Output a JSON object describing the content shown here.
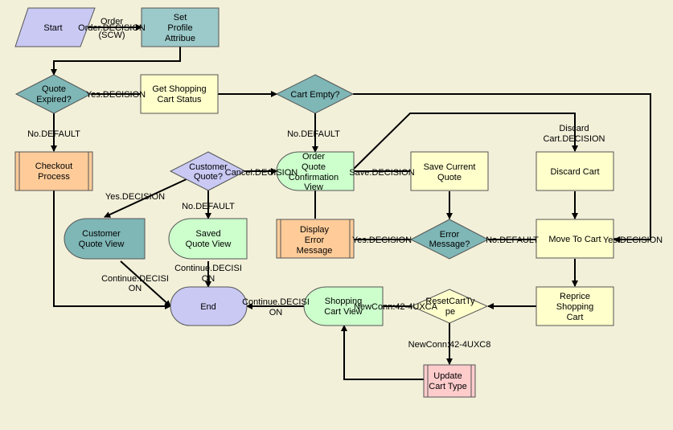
{
  "nodes": {
    "start": {
      "label": "Start"
    },
    "set_profile": {
      "lines": [
        "Set",
        "Profile",
        "Attribue"
      ]
    },
    "quote_expired": {
      "lines": [
        "Quote",
        "Expired?"
      ]
    },
    "get_cart_status": {
      "lines": [
        "Get Shopping",
        "Cart Status"
      ]
    },
    "cart_empty": {
      "label": "Cart Empty?"
    },
    "checkout": {
      "lines": [
        "Checkout",
        "Process"
      ]
    },
    "customer_quote": {
      "lines": [
        "Customer",
        "Quote?"
      ]
    },
    "order_quote_view": {
      "lines": [
        "Order",
        "Quote",
        "Confirmation",
        "View"
      ]
    },
    "save_current_quote": {
      "lines": [
        "Save Current",
        "Quote"
      ]
    },
    "discard_cart": {
      "label": "Discard Cart"
    },
    "customer_quote_view": {
      "lines": [
        "Customer",
        "Quote View"
      ]
    },
    "saved_quote_view": {
      "lines": [
        "Saved",
        "Quote View"
      ]
    },
    "display_error": {
      "lines": [
        "Display",
        "Error",
        "Message"
      ]
    },
    "error_message": {
      "lines": [
        "Error",
        "Message?"
      ]
    },
    "move_to_cart": {
      "label": "Move To Cart"
    },
    "end": {
      "label": "End"
    },
    "shopping_cart_view": {
      "lines": [
        "Shopping",
        "Cart View"
      ]
    },
    "reset_cart_type": {
      "lines": [
        "ResetCartTy",
        "pe"
      ]
    },
    "reprice_cart": {
      "lines": [
        "Reprice",
        "Shopping",
        "Cart"
      ]
    },
    "update_cart_type": {
      "lines": [
        "Update",
        "Cart Type"
      ]
    }
  },
  "edges": {
    "order_decision": [
      "Order",
      "Order.DECISION",
      "(SCW)"
    ],
    "quote_yes": "Yes.DECISION",
    "quote_no": "No.DEFAULT",
    "cart_no": "No.DEFAULT",
    "discard_decision": [
      "Discard",
      "Cart.DECISION"
    ],
    "cancel_decision": "Cancel.DECISION",
    "save_decision": "Save.DECISION",
    "cq_yes": "Yes.DECISION",
    "cq_no": "No.DEFAULT",
    "cqv_continue": [
      "Continue.DECISI",
      "ON"
    ],
    "sqv_continue": [
      "Continue.DECISI",
      "ON"
    ],
    "err_yes": "Yes.DECISION",
    "err_no": "No.DEFAULT",
    "cart_yes": "Yes.DECISION",
    "scv_continue": [
      "Continue.DECISI",
      "ON"
    ],
    "newconn_left": "NewConn:42-4UXCA",
    "newconn_down": "NewConn:42-4UXC8"
  }
}
